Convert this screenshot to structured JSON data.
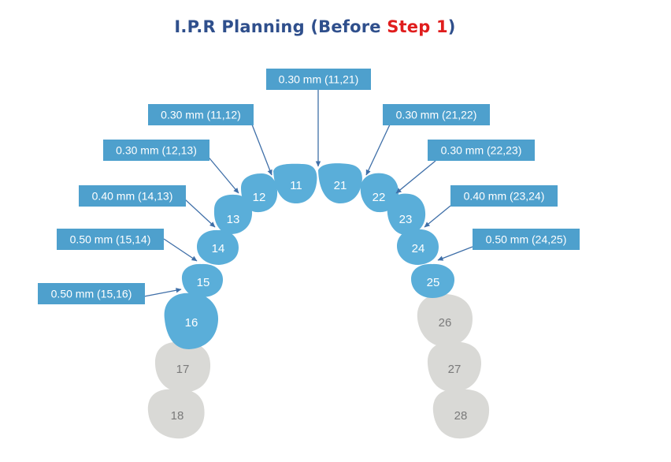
{
  "title": {
    "prefix": "I.P.R Planning (Before ",
    "accent": "Step 1",
    "suffix": ")"
  },
  "colors": {
    "treated_tooth": "#5aaed9",
    "untreated_tooth": "#d9d9d6",
    "label_box": "#4ea0cd",
    "title": "#2f4f8c",
    "title_accent": "#e01d1d"
  },
  "teeth": [
    {
      "id": "11",
      "status": "treated"
    },
    {
      "id": "12",
      "status": "treated"
    },
    {
      "id": "13",
      "status": "treated"
    },
    {
      "id": "14",
      "status": "treated"
    },
    {
      "id": "15",
      "status": "treated"
    },
    {
      "id": "16",
      "status": "treated"
    },
    {
      "id": "17",
      "status": "untreated"
    },
    {
      "id": "18",
      "status": "untreated"
    },
    {
      "id": "21",
      "status": "treated"
    },
    {
      "id": "22",
      "status": "treated"
    },
    {
      "id": "23",
      "status": "treated"
    },
    {
      "id": "24",
      "status": "treated"
    },
    {
      "id": "25",
      "status": "treated"
    },
    {
      "id": "26",
      "status": "untreated"
    },
    {
      "id": "27",
      "status": "untreated"
    },
    {
      "id": "28",
      "status": "untreated"
    }
  ],
  "ipr_labels": [
    {
      "text": "0.30 mm (11,21)"
    },
    {
      "text": "0.30 mm (11,12)"
    },
    {
      "text": "0.30 mm (21,22)"
    },
    {
      "text": "0.30 mm (12,13)"
    },
    {
      "text": "0.30 mm (22,23)"
    },
    {
      "text": "0.40 mm (14,13)"
    },
    {
      "text": "0.40 mm (23,24)"
    },
    {
      "text": "0.50 mm (15,14)"
    },
    {
      "text": "0.50 mm (24,25)"
    },
    {
      "text": "0.50 mm (15,16)"
    }
  ]
}
